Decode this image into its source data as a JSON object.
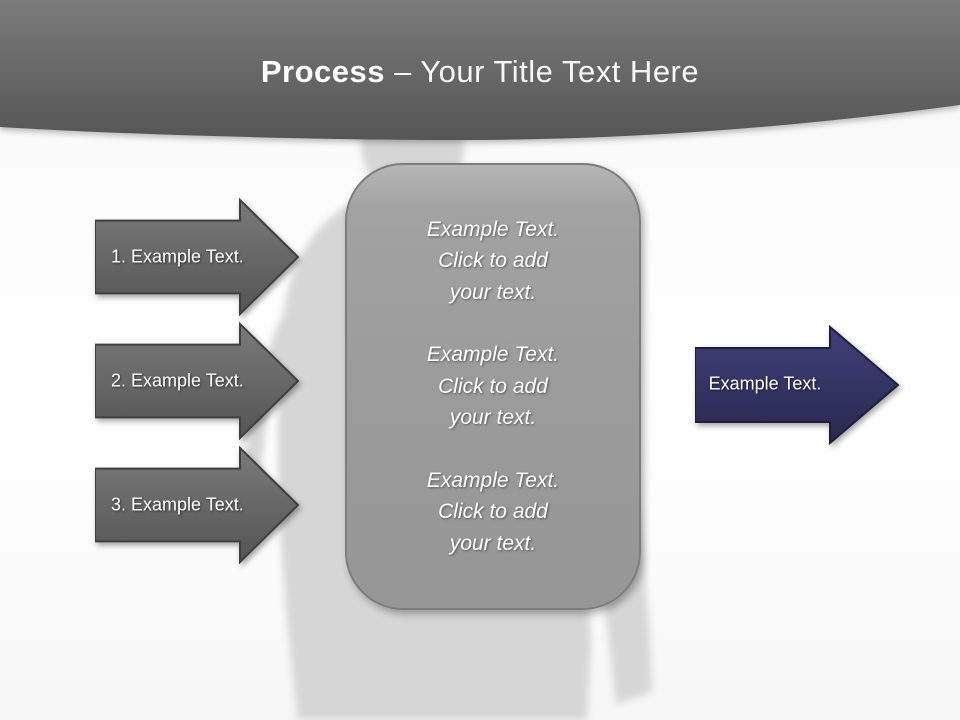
{
  "header": {
    "title_bold": "Process",
    "title_rest": "– Your Title Text Here"
  },
  "left_arrows": [
    {
      "label": "1. Example Text."
    },
    {
      "label": "2. Example Text."
    },
    {
      "label": "3. Example Text."
    }
  ],
  "panel": {
    "blocks": [
      {
        "text": "Example Text.\nClick  to add\nyour text."
      },
      {
        "text": "Example Text.\nClick  to add\nyour text."
      },
      {
        "text": "Example Text.\nClick  to add\nyour text."
      }
    ]
  },
  "right_arrow": {
    "label": "Example Text."
  },
  "colors": {
    "banner_top": "#757575",
    "banner_bottom": "#575757",
    "arrow_gray_top": "#7a7a7a",
    "arrow_gray_bottom": "#545454",
    "arrow_navy_top": "#40407a",
    "arrow_navy_bottom": "#28284e",
    "panel_fill": "#9b9b9b",
    "panel_border": "#7d7d7d",
    "silhouette": "#d6d6d6",
    "text": "#ffffff"
  }
}
